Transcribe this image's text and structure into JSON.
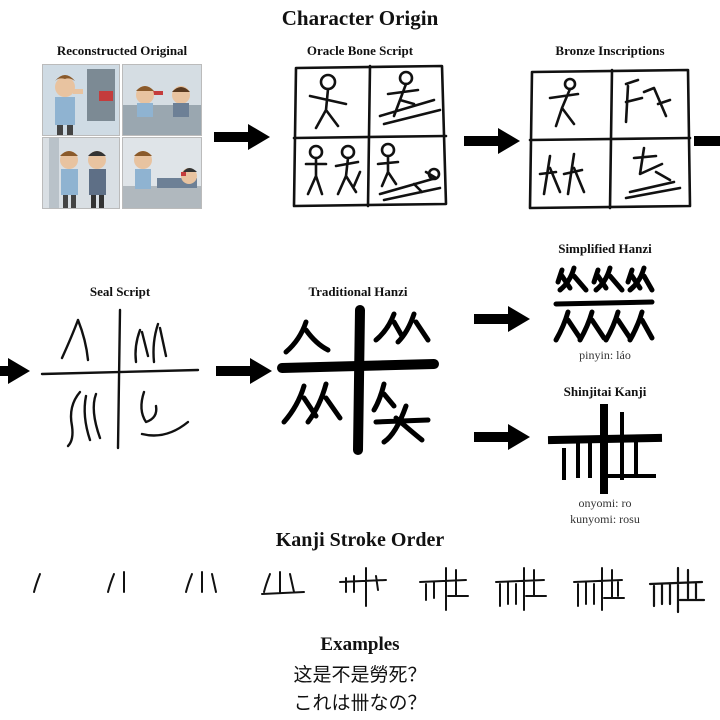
{
  "header": {
    "title": "Character Origin"
  },
  "stages": {
    "reconstructed": {
      "label": "Reconstructed Original"
    },
    "oracle": {
      "label": "Oracle Bone Script"
    },
    "bronze": {
      "label": "Bronze Inscriptions"
    },
    "seal": {
      "label": "Seal Script"
    },
    "traditional": {
      "label": "Traditional Hanzi"
    },
    "simplified": {
      "label": "Simplified Hanzi",
      "reading": "pinyin: láo"
    },
    "shinjitai": {
      "label": "Shinjitai Kanji",
      "onyomi": "onyomi: ro",
      "kunyomi": "kunyomi: rosu"
    }
  },
  "stroke_order": {
    "title": "Kanji Stroke Order",
    "steps": 9
  },
  "examples": {
    "title": "Examples",
    "line1": "这是不是勞死？",
    "line2": "これは卌なの？"
  },
  "icons": {
    "arrow": "right-arrow-icon"
  }
}
